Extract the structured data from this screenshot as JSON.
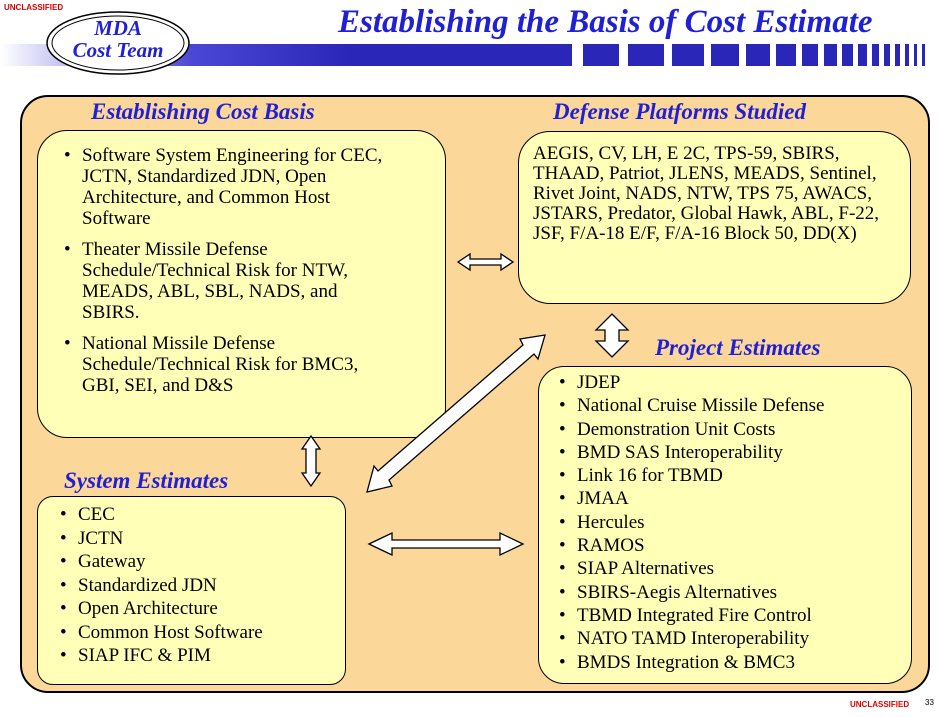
{
  "header": {
    "classification_top": "UNCLASSIFIED",
    "logo_line1": "MDA",
    "logo_line2": "Cost Team",
    "title": "Establishing the Basis of Cost Estimate"
  },
  "sections": {
    "cost_basis": {
      "heading": "Establishing Cost Basis",
      "items": [
        "Software System Engineering for CEC, JCTN, Standardized JDN, Open Architecture, and Common Host Software",
        "Theater Missile Defense Schedule/Technical Risk for NTW, MEADS, ABL, SBL, NADS, and SBIRS.",
        "National Missile Defense Schedule/Technical Risk for BMC3, GBI, SEI, and D&S"
      ]
    },
    "platforms": {
      "heading": "Defense Platforms Studied",
      "text": "AEGIS, CV, LH, E 2C, TPS-59, SBIRS, THAAD, Patriot, JLENS, MEADS, Sentinel, Rivet Joint, NADS, NTW, TPS 75, AWACS, JSTARS, Predator, Global Hawk, ABL, F-22, JSF, F/A-18 E/F, F/A-16 Block 50, DD(X)"
    },
    "system_estimates": {
      "heading": "System Estimates",
      "items": [
        "CEC",
        "JCTN",
        "Gateway",
        "Standardized JDN",
        "Open Architecture",
        "Common Host Software",
        "SIAP IFC & PIM"
      ]
    },
    "project_estimates": {
      "heading": "Project Estimates",
      "items": [
        "JDEP",
        "National Cruise Missile Defense",
        "Demonstration Unit Costs",
        "BMD SAS Interoperability",
        "Link 16 for TBMD",
        "JMAA",
        "Hercules",
        "RAMOS",
        "SIAP Alternatives",
        "SBIRS-Aegis Alternatives",
        "TBMD Integrated Fire Control",
        "NATO TAMD Interoperability",
        "BMDS Integration & BMC3"
      ]
    }
  },
  "footer": {
    "classification_bottom": "UNCLASSIFIED",
    "page_number": "33"
  }
}
